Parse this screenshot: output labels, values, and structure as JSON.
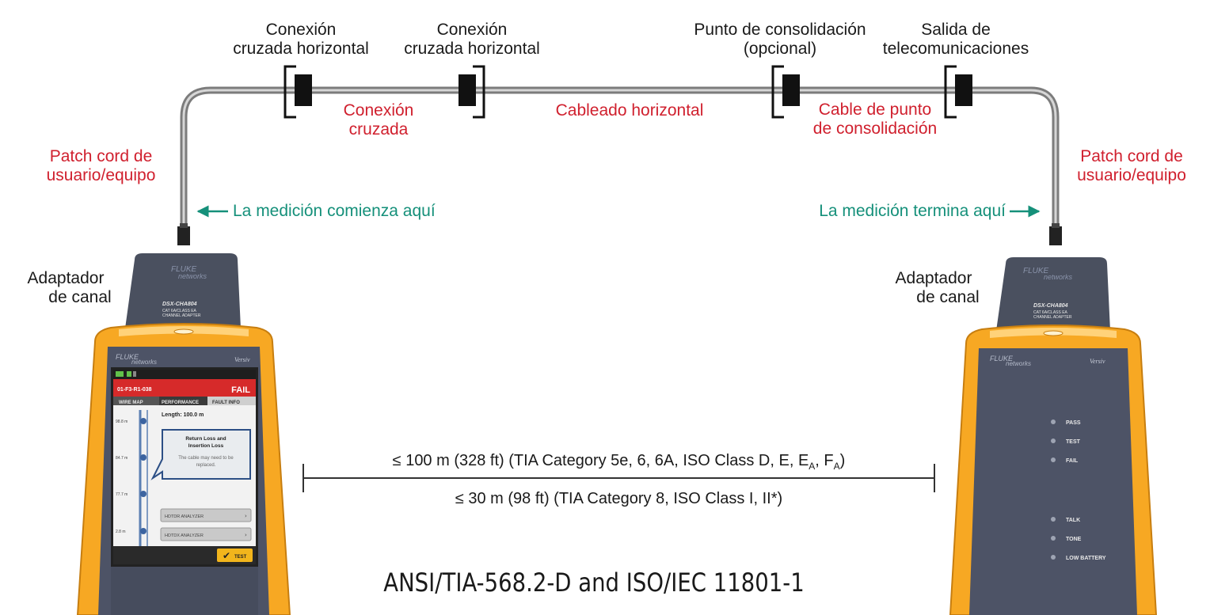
{
  "colors": {
    "component_labels": "#1a1a1a",
    "cable_segment_labels": "#d0202e",
    "measurement_labels": "#15907a",
    "tester_body": "#f7a823",
    "tester_face": "#4d5366",
    "fail_banner": "#d62a2a"
  },
  "components": {
    "cross_connect_1": {
      "line1": "Conexión",
      "line2": "cruzada horizontal"
    },
    "cross_connect_2": {
      "line1": "Conexión",
      "line2": "cruzada horizontal"
    },
    "consolidation_point": {
      "line1": "Punto de consolidación",
      "line2": "(opcional)"
    },
    "telecom_outlet": {
      "line1": "Salida de",
      "line2": "telecomunicaciones"
    }
  },
  "segments": {
    "cross_connect": {
      "line1": "Conexión",
      "line2": "cruzada"
    },
    "horizontal_cabling": "Cableado horizontal",
    "consolidation_cable": {
      "line1": "Cable de punto",
      "line2": "de consolidación"
    },
    "patch_cord_left": {
      "line1": "Patch cord de",
      "line2": "usuario/equipo"
    },
    "patch_cord_right": {
      "line1": "Patch cord de",
      "line2": "usuario/equipo"
    }
  },
  "measurement": {
    "start": "La medición comienza aquí",
    "end": "La medición termina aquí"
  },
  "adapters": {
    "left": {
      "line1": "Adaptador",
      "line2": "de canal"
    },
    "right": {
      "line1": "Adaptador",
      "line2": "de canal"
    }
  },
  "length_limits": {
    "limit_1_prefix": "≤ 100 m (328 ft) (TIA Category 5e, 6, 6A, ISO Class D, E, E",
    "limit_1_sub_a": "A",
    "limit_1_mid": ", F",
    "limit_1_sub_b": "A",
    "limit_1_suffix": ")",
    "limit_2": "≤ 30 m (98 ft) (TIA Category 8, ISO Class I, II*)"
  },
  "standard": "ANSI/TIA-568.2-D and ISO/IEC 11801-1",
  "main_unit": {
    "brand": "FLUKE",
    "brand_sub": "networks",
    "model": "Versiv",
    "adapter_model": "DSX-CHA804",
    "adapter_desc_1": "CAT 6A/CLASS EA",
    "adapter_desc_2": "CHANNEL ADAPTER",
    "screen": {
      "cable_id": "01-F3-R1-038",
      "result": "FAIL",
      "tabs": [
        "WIRE MAP",
        "PERFORMANCE",
        "FAULT INFO"
      ],
      "length": "Length: 100.0 m",
      "markers": [
        "98.8 m",
        "84.7 m",
        "77.7 m",
        "2.8 m"
      ],
      "popup_title_1": "Return Loss and",
      "popup_title_2": "Insertion Loss",
      "popup_body_1": "The cable may need to be",
      "popup_body_2": "replaced.",
      "analyzer_1": "HDTDR ANALYZER",
      "analyzer_2": "HDTDX ANALYZER",
      "test_button": "TEST"
    }
  },
  "remote_unit": {
    "brand": "FLUKE",
    "brand_sub": "networks",
    "model": "Versiv",
    "adapter_model": "DSX-CHA804",
    "adapter_desc_1": "CAT 6A/CLASS EA",
    "adapter_desc_2": "CHANNEL ADAPTER",
    "indicators": [
      "PASS",
      "TEST",
      "FAIL",
      "TALK",
      "TONE",
      "LOW BATTERY"
    ]
  }
}
